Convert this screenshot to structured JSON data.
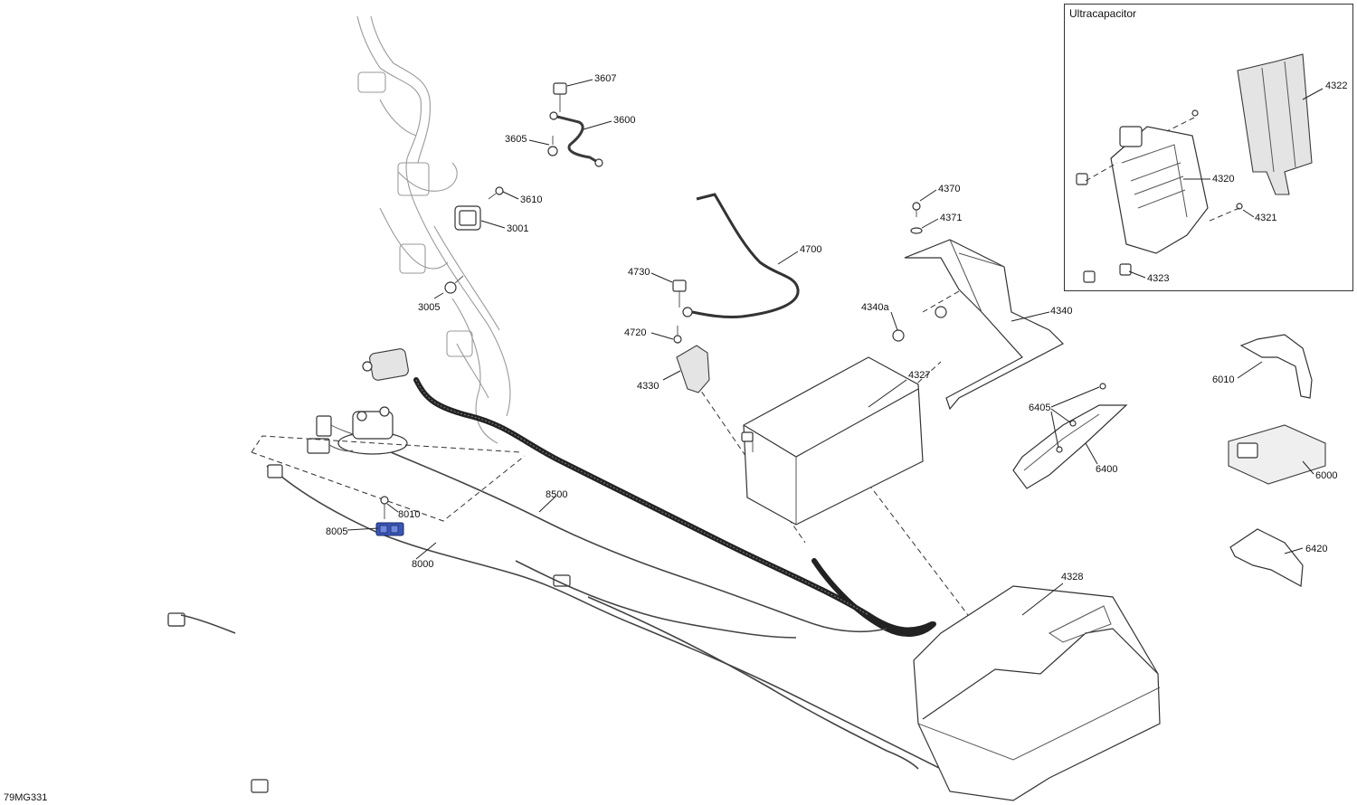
{
  "inset": {
    "title": "Ultracapacitor"
  },
  "figure_code": "79MG331",
  "accent_color": "#3a57b8",
  "callouts": {
    "c3607": "3607",
    "c3600": "3600",
    "c3605": "3605",
    "c3610": "3610",
    "c3001": "3001",
    "c3005": "3005",
    "c4370": "4370",
    "c4371": "4371",
    "c4700": "4700",
    "c4730": "4730",
    "c4720": "4720",
    "c4330": "4330",
    "c4340a": "4340a",
    "c4340": "4340",
    "c4327": "4327",
    "c6405": "6405",
    "c6400": "6400",
    "c6010": "6010",
    "c6000": "6000",
    "c6420": "6420",
    "c4328": "4328",
    "c8010": "8010",
    "c8005": "8005",
    "c8000": "8000",
    "c8500": "8500",
    "c4322": "4322",
    "c4320": "4320",
    "c4321": "4321",
    "c4323": "4323"
  }
}
